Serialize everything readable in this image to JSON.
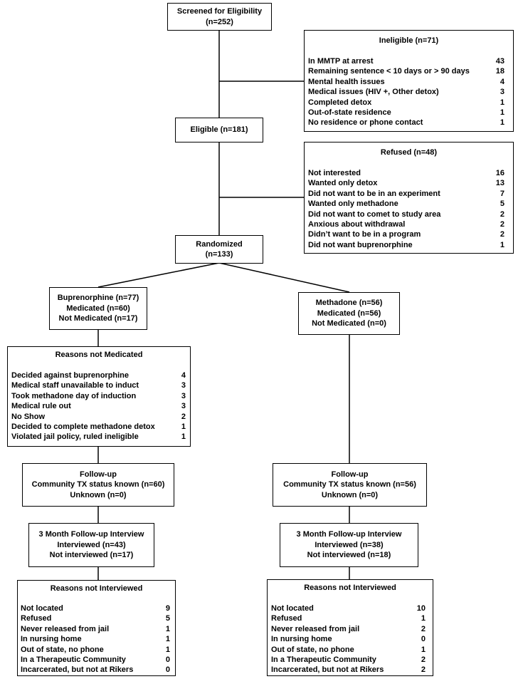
{
  "screened": {
    "line1": "Screened for Eligibility",
    "line2": "(n=252)"
  },
  "ineligible": {
    "title": "Ineligible (n=71)",
    "items": [
      {
        "label": "In MMTP at arrest",
        "value": "43"
      },
      {
        "label": "Remaining sentence < 10 days or > 90 days",
        "value": "18"
      },
      {
        "label": "Mental health issues",
        "value": "4"
      },
      {
        "label": "Medical issues (HIV +, Other detox)",
        "value": "3"
      },
      {
        "label": "Completed detox",
        "value": "1"
      },
      {
        "label": "Out-of-state residence",
        "value": "1"
      },
      {
        "label": "No residence or phone contact",
        "value": "1"
      }
    ]
  },
  "eligible": {
    "line1": "Eligible (n=181)"
  },
  "refused": {
    "title": "Refused (n=48)",
    "items": [
      {
        "label": "Not interested",
        "value": "16"
      },
      {
        "label": "Wanted only detox",
        "value": "13"
      },
      {
        "label": "Did not want to be in an experiment",
        "value": "7"
      },
      {
        "label": "Wanted only methadone",
        "value": "5"
      },
      {
        "label": "Did not want to comet to study area",
        "value": "2"
      },
      {
        "label": "Anxious about withdrawal",
        "value": "2"
      },
      {
        "label": "Didn’t want to be in a program",
        "value": "2"
      },
      {
        "label": "Did not want buprenorphine",
        "value": "1"
      }
    ]
  },
  "randomized": {
    "line1": "Randomized",
    "line2": "(n=133)"
  },
  "buprenorphine": {
    "line1": "Buprenorphine (n=77)",
    "line2": "Medicated (n=60)",
    "line3": "Not Medicated (n=17)"
  },
  "methadone": {
    "line1": "Methadone (n=56)",
    "line2": "Medicated (n=56)",
    "line3": "Not Medicated (n=0)"
  },
  "not_medicated": {
    "title": "Reasons not Medicated",
    "items": [
      {
        "label": "Decided against buprenorphine",
        "value": "4"
      },
      {
        "label": "Medical staff unavailable to induct",
        "value": "3"
      },
      {
        "label": "Took methadone day of induction",
        "value": "3"
      },
      {
        "label": "Medical rule out",
        "value": "3"
      },
      {
        "label": "No Show",
        "value": "2"
      },
      {
        "label": "Decided to complete methadone detox",
        "value": "1"
      },
      {
        "label": "Violated jail policy, ruled ineligible",
        "value": "1"
      }
    ]
  },
  "followup_left": {
    "line1": "Follow-up",
    "line2": "Community TX status known (n=60)",
    "line3": "Unknown (n=0)"
  },
  "followup_right": {
    "line1": "Follow-up",
    "line2": "Community TX status known (n=56)",
    "line3": "Unknown (n=0)"
  },
  "interview_left": {
    "line1": "3 Month Follow-up Interview",
    "line2": "Interviewed (n=43)",
    "line3": "Not interviewed (n=17)"
  },
  "interview_right": {
    "line1": "3 Month Follow-up Interview",
    "line2": "Interviewed (n=38)",
    "line3": "Not interviewed (n=18)"
  },
  "reasons_left": {
    "title": "Reasons not Interviewed",
    "items": [
      {
        "label": "Not located",
        "value": "9"
      },
      {
        "label": "Refused",
        "value": "5"
      },
      {
        "label": "Never released from jail",
        "value": "1"
      },
      {
        "label": "In nursing home",
        "value": "1"
      },
      {
        "label": "Out of state, no phone",
        "value": "1"
      },
      {
        "label": "In a Therapeutic Community",
        "value": "0"
      },
      {
        "label": "Incarcerated, but not at Rikers",
        "value": "0"
      }
    ]
  },
  "reasons_right": {
    "title": "Reasons not Interviewed",
    "items": [
      {
        "label": "Not located",
        "value": "10"
      },
      {
        "label": "Refused",
        "value": "1"
      },
      {
        "label": "Never released from jail",
        "value": "2"
      },
      {
        "label": "In nursing home",
        "value": "0"
      },
      {
        "label": "Out of state, no phone",
        "value": "1"
      },
      {
        "label": "In a Therapeutic Community",
        "value": "2"
      },
      {
        "label": "Incarcerated, but not at Rikers",
        "value": "2"
      }
    ]
  }
}
